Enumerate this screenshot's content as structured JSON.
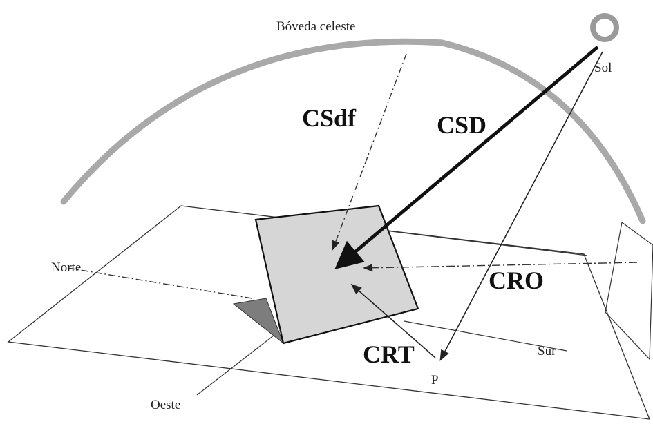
{
  "labels": {
    "sky": "Bóveda celeste",
    "sun": "Sol",
    "north": "Norte",
    "south": "Sur",
    "west": "Oeste",
    "point": "P",
    "diffuse": "CSdf",
    "direct": "CSD",
    "other": "CRO",
    "reflected": "CRT"
  },
  "colors": {
    "sky_arc": "#a9a9a9",
    "panel_fill": "#d6d6d6",
    "shadow_fill": "#7d7d7d",
    "line": "#222222"
  },
  "icons": {
    "sun": "sun-icon"
  }
}
